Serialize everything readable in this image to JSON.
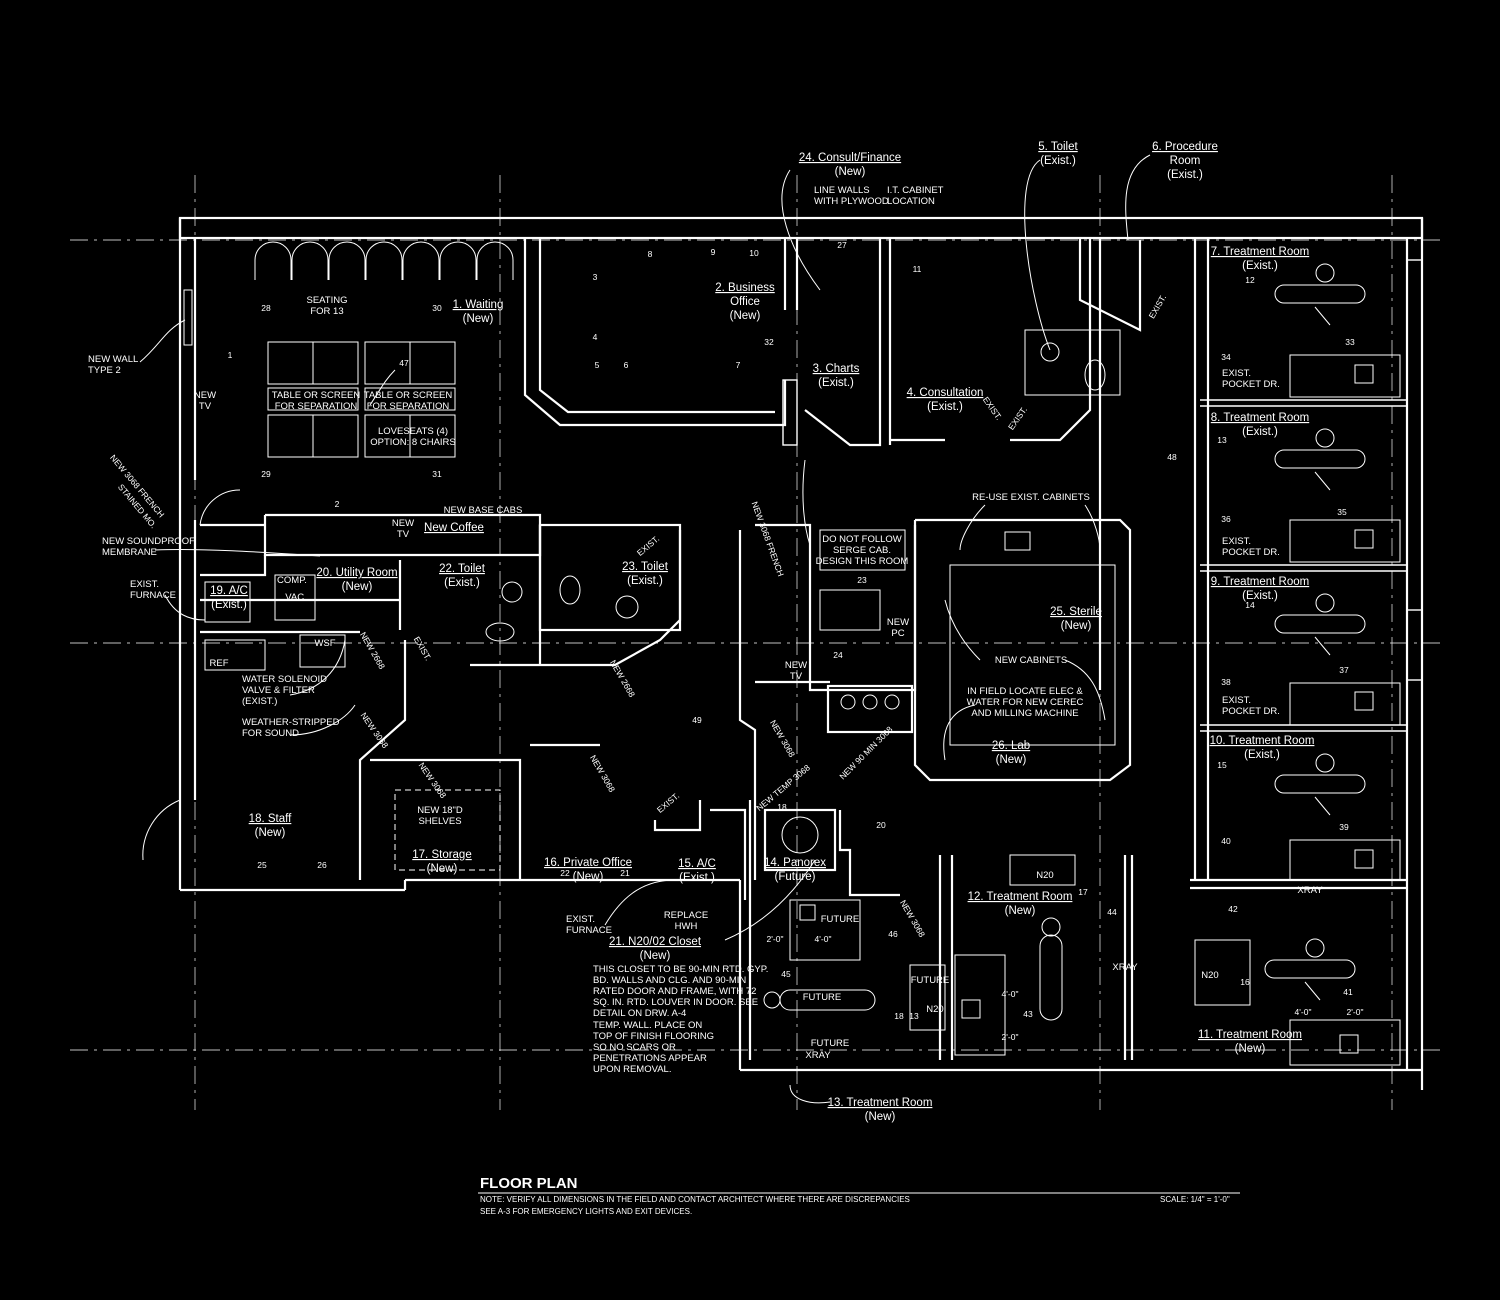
{
  "rooms": [
    {
      "lines": [
        "1. Waiting",
        "(New)"
      ]
    },
    {
      "lines": [
        "2. Business",
        "Office",
        "(New)"
      ]
    },
    {
      "lines": [
        "3. Charts",
        "(Exist.)"
      ]
    },
    {
      "lines": [
        "4. Consultation",
        "(Exist.)"
      ]
    },
    {
      "lines": [
        "5. Toilet",
        "(Exist.)"
      ]
    },
    {
      "lines": [
        "6. Procedure",
        "Room",
        "(Exist.)"
      ]
    },
    {
      "lines": [
        "7. Treatment Room",
        "(Exist.)"
      ]
    },
    {
      "lines": [
        "8. Treatment Room",
        "(Exist.)"
      ]
    },
    {
      "lines": [
        "9. Treatment Room",
        "(Exist.)"
      ]
    },
    {
      "lines": [
        "10. Treatment Room",
        "(Exist.)"
      ]
    },
    {
      "lines": [
        "11. Treatment Room",
        "(New)"
      ]
    },
    {
      "lines": [
        "12. Treatment Room",
        "(New)"
      ]
    },
    {
      "lines": [
        "13. Treatment Room",
        "(New)"
      ]
    },
    {
      "lines": [
        "14. Panorex",
        "(Future)"
      ]
    },
    {
      "lines": [
        "15. A/C",
        "(Exist.)"
      ]
    },
    {
      "lines": [
        "16. Private Office",
        "(New)"
      ]
    },
    {
      "lines": [
        "17. Storage",
        "(New)"
      ]
    },
    {
      "lines": [
        "18. Staff",
        "(New)"
      ]
    },
    {
      "lines": [
        "19. A/C",
        "(Exist.)"
      ]
    },
    {
      "lines": [
        "20. Utility Room",
        "(New)"
      ]
    },
    {
      "lines": [
        "21. N20/02 Closet",
        "(New)"
      ]
    },
    {
      "lines": [
        "22. Toilet",
        "(Exist.)"
      ]
    },
    {
      "lines": [
        "23. Toilet",
        "(Exist.)"
      ]
    },
    {
      "lines": [
        "24. Consult/Finance",
        "(New)"
      ]
    },
    {
      "lines": [
        "25. Sterile",
        "(New)"
      ]
    },
    {
      "lines": [
        "26. Lab",
        "(New)"
      ]
    },
    {
      "lines": [
        "New Coffee"
      ]
    }
  ],
  "notes": [
    {
      "lines": [
        "NEW WALL",
        "TYPE 2"
      ]
    },
    {
      "lines": [
        "SEATING",
        "FOR 13"
      ]
    },
    {
      "lines": [
        "TABLE OR SCREEN",
        "FOR SEPARATION"
      ]
    },
    {
      "lines": [
        "TABLE OR SCREEN",
        "FOR SEPARATION"
      ]
    },
    {
      "lines": [
        "LOVESEATS (4)",
        "OPTION: 8 CHAIRS"
      ]
    },
    {
      "lines": [
        "NEW",
        "TV"
      ]
    },
    {
      "lines": [
        "NEW SOUNDPROOF",
        "MEMBRANE"
      ]
    },
    {
      "lines": [
        "EXIST.",
        "FURNACE"
      ]
    },
    {
      "lines": [
        "NEW BASE CABS"
      ]
    },
    {
      "lines": [
        "NEW",
        "TV"
      ]
    },
    {
      "lines": [
        "WATER SOLENOID",
        "VALVE & FILTER",
        "(EXIST.)"
      ]
    },
    {
      "lines": [
        "WEATHER-STRIPPED",
        "FOR SOUND"
      ]
    },
    {
      "lines": [
        "NEW 18\"D",
        "SHELVES"
      ]
    },
    {
      "lines": [
        "LINE WALLS",
        "WITH PLYWOOD"
      ]
    },
    {
      "lines": [
        "I.T. CABINET",
        "LOCATION"
      ]
    },
    {
      "lines": [
        "DO NOT FOLLOW",
        "SERGE CAB.",
        "DESIGN THIS ROOM"
      ]
    },
    {
      "lines": [
        "NEW",
        "PC"
      ]
    },
    {
      "lines": [
        "NEW",
        "TV"
      ]
    },
    {
      "lines": [
        "RE-USE EXIST. CABINETS"
      ]
    },
    {
      "lines": [
        "NEW CABINETS"
      ]
    },
    {
      "lines": [
        "IN FIELD LOCATE ELEC &",
        "WATER FOR NEW CEREC",
        "AND MILLING MACHINE"
      ]
    },
    {
      "lines": [
        "EXIST.",
        "POCKET DR."
      ]
    },
    {
      "lines": [
        "EXIST.",
        "POCKET DR."
      ]
    },
    {
      "lines": [
        "EXIST.",
        "POCKET DR."
      ]
    },
    {
      "lines": [
        "EXIST.",
        "FURNACE"
      ]
    },
    {
      "lines": [
        "REPLACE",
        "HWH"
      ]
    },
    {
      "lines": [
        "THIS CLOSET TO BE 90-MIN RTD. GYP.",
        "BD. WALLS AND CLG. AND 90-MIN",
        "RATED DOOR AND FRAME, WITH 72",
        "SQ. IN. RTD. LOUVER IN DOOR. SEE",
        "DETAIL ON DRW. A-4"
      ]
    },
    {
      "lines": [
        "TEMP. WALL. PLACE ON",
        "TOP OF FINISH FLOORING",
        "SO NO SCARS OR",
        "PENETRATIONS APPEAR",
        "UPON REMOVAL."
      ]
    },
    {
      "lines": [
        "FUTURE"
      ]
    },
    {
      "lines": [
        "FUTURE"
      ]
    },
    {
      "lines": [
        "FUTURE"
      ]
    },
    {
      "lines": [
        "FUTURE"
      ]
    },
    {
      "lines": [
        "COMP."
      ]
    },
    {
      "lines": [
        "VAC."
      ]
    },
    {
      "lines": [
        "REF"
      ]
    },
    {
      "lines": [
        "WSF"
      ]
    },
    {
      "lines": [
        "XRAY"
      ]
    },
    {
      "lines": [
        "XRAY"
      ]
    },
    {
      "lines": [
        "XRAY"
      ]
    },
    {
      "lines": [
        "N20"
      ]
    },
    {
      "lines": [
        "N20"
      ]
    },
    {
      "lines": [
        "N20"
      ]
    }
  ],
  "doors": [
    "NEW 3068 FRENCH",
    "STAINED MO.",
    "NEW 2668",
    "EXIST.",
    "NEW 2668",
    "NEW 3068",
    "NEW 3068",
    "NEW 3068",
    "EXIST.",
    "NEW 3068",
    "NEW TEMP 3068",
    "NEW 90 MIN 3068",
    "NEW 3068 FRENCH",
    "EXIST.",
    "EXIST.",
    "EXIST.",
    "EXIST.",
    "NEW 3068"
  ],
  "dimensions": [
    "2'-0\"",
    "4'-0\"",
    "4'-0\"",
    "2'-0\"",
    "4'-0\"",
    "2'-0\""
  ],
  "tags": [
    "1",
    "2",
    "3",
    "4",
    "5",
    "6",
    "7",
    "8",
    "9",
    "10",
    "11",
    "12",
    "13",
    "14",
    "15",
    "16",
    "17",
    "18",
    "18",
    "20",
    "21",
    "22",
    "23",
    "24",
    "25",
    "26",
    "27",
    "28",
    "29",
    "30",
    "31",
    "32",
    "33",
    "34",
    "35",
    "36",
    "37",
    "38",
    "39",
    "40",
    "41",
    "42",
    "43",
    "44",
    "45",
    "46",
    "47",
    "48",
    "49",
    "13"
  ],
  "title": "FLOOR PLAN",
  "note_line1": "NOTE: VERIFY ALL DIMENSIONS IN THE FIELD AND CONTACT ARCHITECT WHERE THERE ARE DISCREPANCIES",
  "note_line2": "SEE A-3 FOR EMERGENCY LIGHTS AND EXIT DEVICES.",
  "scale": "SCALE: 1/4\" = 1'-0\""
}
